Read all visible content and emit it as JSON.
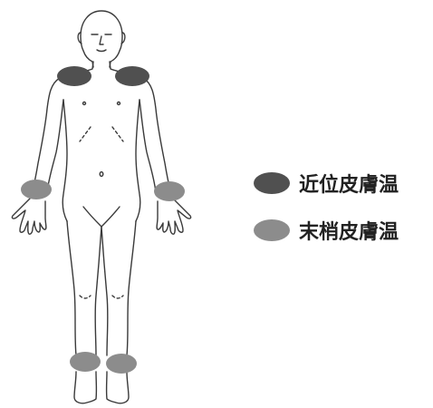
{
  "colors": {
    "proximal": "#505050",
    "distal": "#8c8c8c",
    "outline": "#3a3a3a"
  },
  "legend": {
    "items": [
      {
        "label": "近位皮膚温",
        "color": "#505050"
      },
      {
        "label": "末梢皮膚温",
        "color": "#8c8c8c"
      }
    ]
  },
  "figure": {
    "sites": {
      "proximal": [
        "left-shoulder",
        "right-shoulder"
      ],
      "distal": [
        "left-wrist",
        "right-wrist",
        "left-ankle",
        "right-ankle"
      ]
    }
  }
}
